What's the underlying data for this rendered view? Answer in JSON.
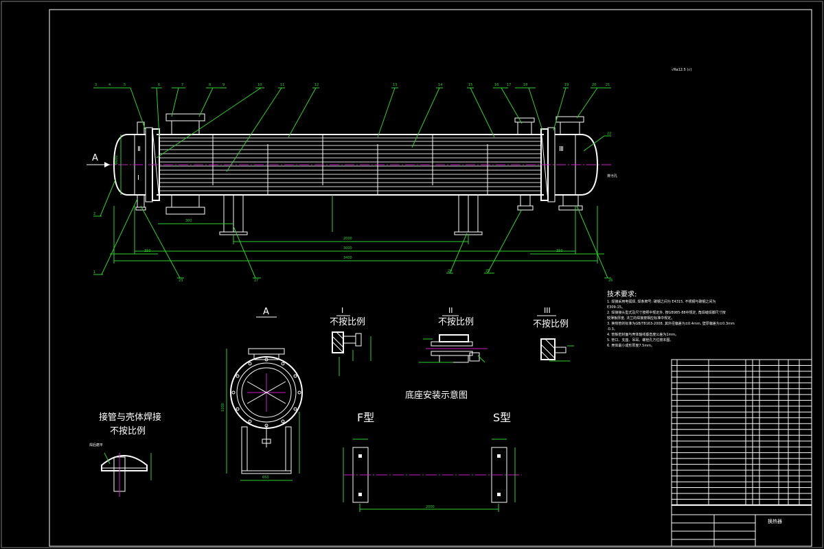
{
  "labels": {
    "view_a": "A",
    "arrow_a": "A",
    "detail_1_title": "I",
    "detail_2_title": "II",
    "detail_3_title": "III",
    "not_to_scale": "不按比例",
    "nozzle_weld_title_line1": "接管与壳体焊接",
    "nozzle_weld_title_line2": "不按比例",
    "base_install_title": "底座安装示意图",
    "f_type": "F型",
    "s_type": "S型",
    "tech_req_title": "技术要求:",
    "roughness": "√Ra12.5 (√)",
    "nozzle_side_label": "排污孔",
    "weld_label": "焊后磨平"
  },
  "tech_requirements": [
    "1. 焊接采用电弧焊, 焊条牌号: 碳钢之间为 E4315, 不锈钢与碳钢之间为",
    "E309-15。",
    "2. 焊接接头型式及尺寸按照中规定外, 按GB985-88中规定, 角焊缝焊脚尺寸按",
    "较薄板厚度, 法兰的焊接按相应标准中规定。",
    "3. 换热管的标准为GB/T8163-2008, 其外径偏差为±0.4mm, 壁厚偏差为±0.3mm",
    "-0.3。",
    "4. 管板密封面与壳体轴线垂直度公差为1mm。",
    "5. 管口、支座、吊耳、螺栓孔方位按本图。",
    "6. 壳体最小成形厚度7.5mm。"
  ],
  "leaders": [
    "1",
    "2",
    "3",
    "4",
    "5",
    "6",
    "7",
    "8",
    "9",
    "10",
    "11",
    "12",
    "13",
    "14",
    "15",
    "16",
    "17",
    "18",
    "19",
    "20",
    "21",
    "22",
    "23",
    "24",
    "25",
    "26",
    "27",
    "28"
  ],
  "dimensions": {
    "overall_length": "3400",
    "tube_length": "3000",
    "support_spacing": "2000",
    "left_end": "350",
    "right_end": "350",
    "nozzle_offset": "300",
    "shell_dia": "Φ600",
    "view_a_height": "1200",
    "view_a_width": "650",
    "base_width": "2000"
  },
  "title_block": {
    "drawing_name": "换热器",
    "part_rows": 25
  }
}
